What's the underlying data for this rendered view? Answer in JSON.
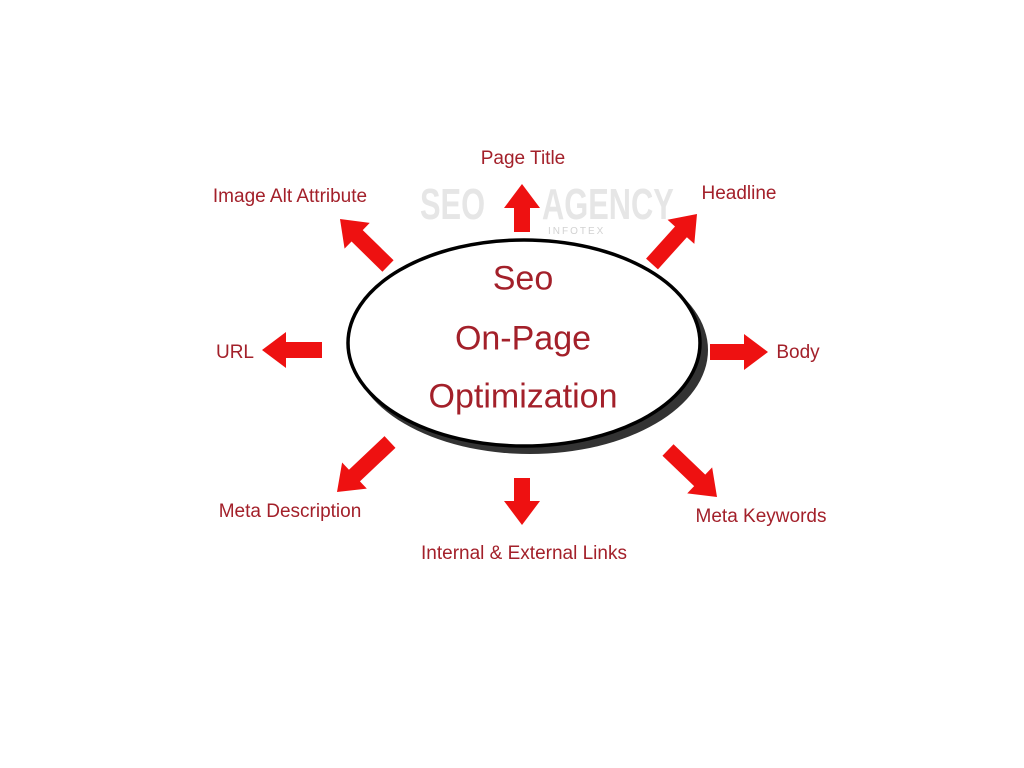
{
  "watermark": {
    "text": "SEO AGENCY",
    "subtext": "INFOTEX"
  },
  "center": {
    "lines": [
      "Seo",
      "On-Page",
      "Optimization"
    ]
  },
  "nodes": [
    {
      "label": "Page Title"
    },
    {
      "label": "Headline"
    },
    {
      "label": "Body"
    },
    {
      "label": "Meta Keywords"
    },
    {
      "label": "Internal & External Links"
    },
    {
      "label": "Meta Description"
    },
    {
      "label": "URL"
    },
    {
      "label": "Image Alt Attribute"
    }
  ],
  "colors": {
    "text": "#a3202a",
    "arrow": "#ee1111",
    "outline": "#000000"
  }
}
